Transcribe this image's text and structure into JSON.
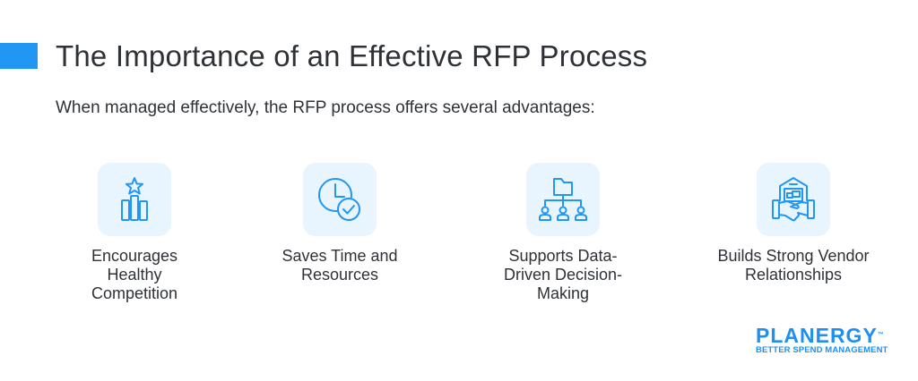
{
  "header": {
    "title": "The Importance of an Effective RFP Process",
    "subtitle": "When managed effectively, the RFP process offers several advantages:"
  },
  "colors": {
    "accent": "#2196f3",
    "icon_bg": "#e8f4fe",
    "icon_stroke": "#2196f3",
    "text": "#2e3136"
  },
  "benefits": [
    {
      "icon": "podium-star-icon",
      "label": "Encourages Healthy Competition"
    },
    {
      "icon": "clock-check-icon",
      "label": "Saves Time and Resources"
    },
    {
      "icon": "folder-hierarchy-icon",
      "label": "Supports Data-Driven Decision-Making"
    },
    {
      "icon": "handshake-building-icon",
      "label": "Builds Strong Vendor Relationships"
    }
  ],
  "brand": {
    "name": "PLANERGY",
    "trademark": "™",
    "tagline": "BETTER SPEND MANAGEMENT"
  }
}
